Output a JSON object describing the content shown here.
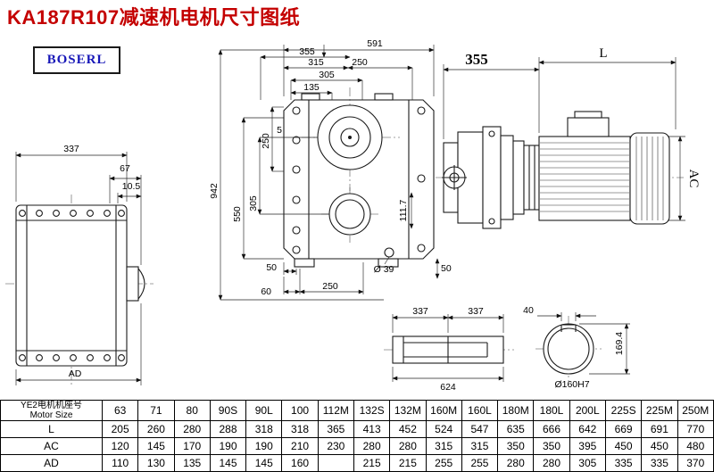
{
  "page": {
    "title": "KA187R107减速机电机尺寸图纸",
    "brand": "BOSERL"
  },
  "dims": {
    "lv_width": "337",
    "lv_offset": "67",
    "lv_edge": "10.5",
    "lv_ad": "AD",
    "fv_591": "591",
    "fv_355_top": "355",
    "fv_315": "315",
    "fv_250_top": "250",
    "fv_305_top": "305",
    "fv_135": "135",
    "fv_5": "5",
    "fv_250_v": "250",
    "fv_305_v": "305",
    "fv_550": "550",
    "fv_942": "942",
    "fv_111_7": "111.7",
    "fv_50_left": "50",
    "fv_60": "60",
    "fv_250_bottom": "250",
    "fv_hole": "Ø 39",
    "fv_50_right": "50",
    "sv_355": "355",
    "sv_L": "L",
    "sv_AC": "AC",
    "sh_337_a": "337",
    "sh_337_b": "337",
    "sh_40": "40",
    "sh_624": "624",
    "sh_169_4": "169.4",
    "sh_bore": "Ø160H7"
  },
  "table": {
    "header_cn": "YE2电机机座号",
    "header_en": "Motor Size",
    "columns": [
      "63",
      "71",
      "80",
      "90S",
      "90L",
      "100",
      "112M",
      "132S",
      "132M",
      "160M",
      "160L",
      "180M",
      "180L",
      "200L",
      "225S",
      "225M",
      "250M"
    ],
    "rows": [
      {
        "label": "L",
        "values": [
          "205",
          "260",
          "280",
          "288",
          "318",
          "318",
          "365",
          "413",
          "452",
          "524",
          "547",
          "635",
          "666",
          "642",
          "669",
          "691",
          "770"
        ]
      },
      {
        "label": "AC",
        "values": [
          "120",
          "145",
          "170",
          "190",
          "190",
          "210",
          "230",
          "280",
          "280",
          "315",
          "315",
          "350",
          "350",
          "395",
          "450",
          "450",
          "480"
        ]
      },
      {
        "label": "AD",
        "values": [
          "110",
          "130",
          "135",
          "145",
          "145",
          "160",
          "",
          "215",
          "215",
          "255",
          "255",
          "280",
          "280",
          "305",
          "335",
          "335",
          "370"
        ]
      }
    ]
  }
}
